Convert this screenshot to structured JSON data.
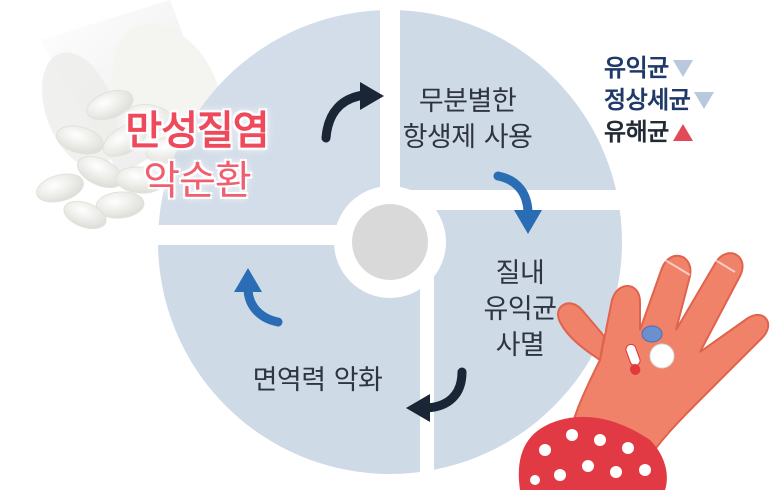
{
  "diagram": {
    "title_line1": "만성질염",
    "title_line2": "악순환",
    "steps": [
      "무분별한\n항생제 사용",
      "질내\n유익균\n사멸",
      "면역력 악화"
    ]
  },
  "legend": {
    "items": [
      {
        "label": "유익균",
        "trend": "down",
        "color": "#b8c8dd"
      },
      {
        "label": "정상세균",
        "trend": "down",
        "color": "#b8c8dd"
      },
      {
        "label": "유해균",
        "trend": "up",
        "color": "#e24a5a"
      }
    ]
  },
  "colors": {
    "quadrant_fill": "#cfdae7",
    "arrow_dark": "#1a2535",
    "arrow_blue": "#2a6db5",
    "title_red": "#ef4a5c"
  }
}
